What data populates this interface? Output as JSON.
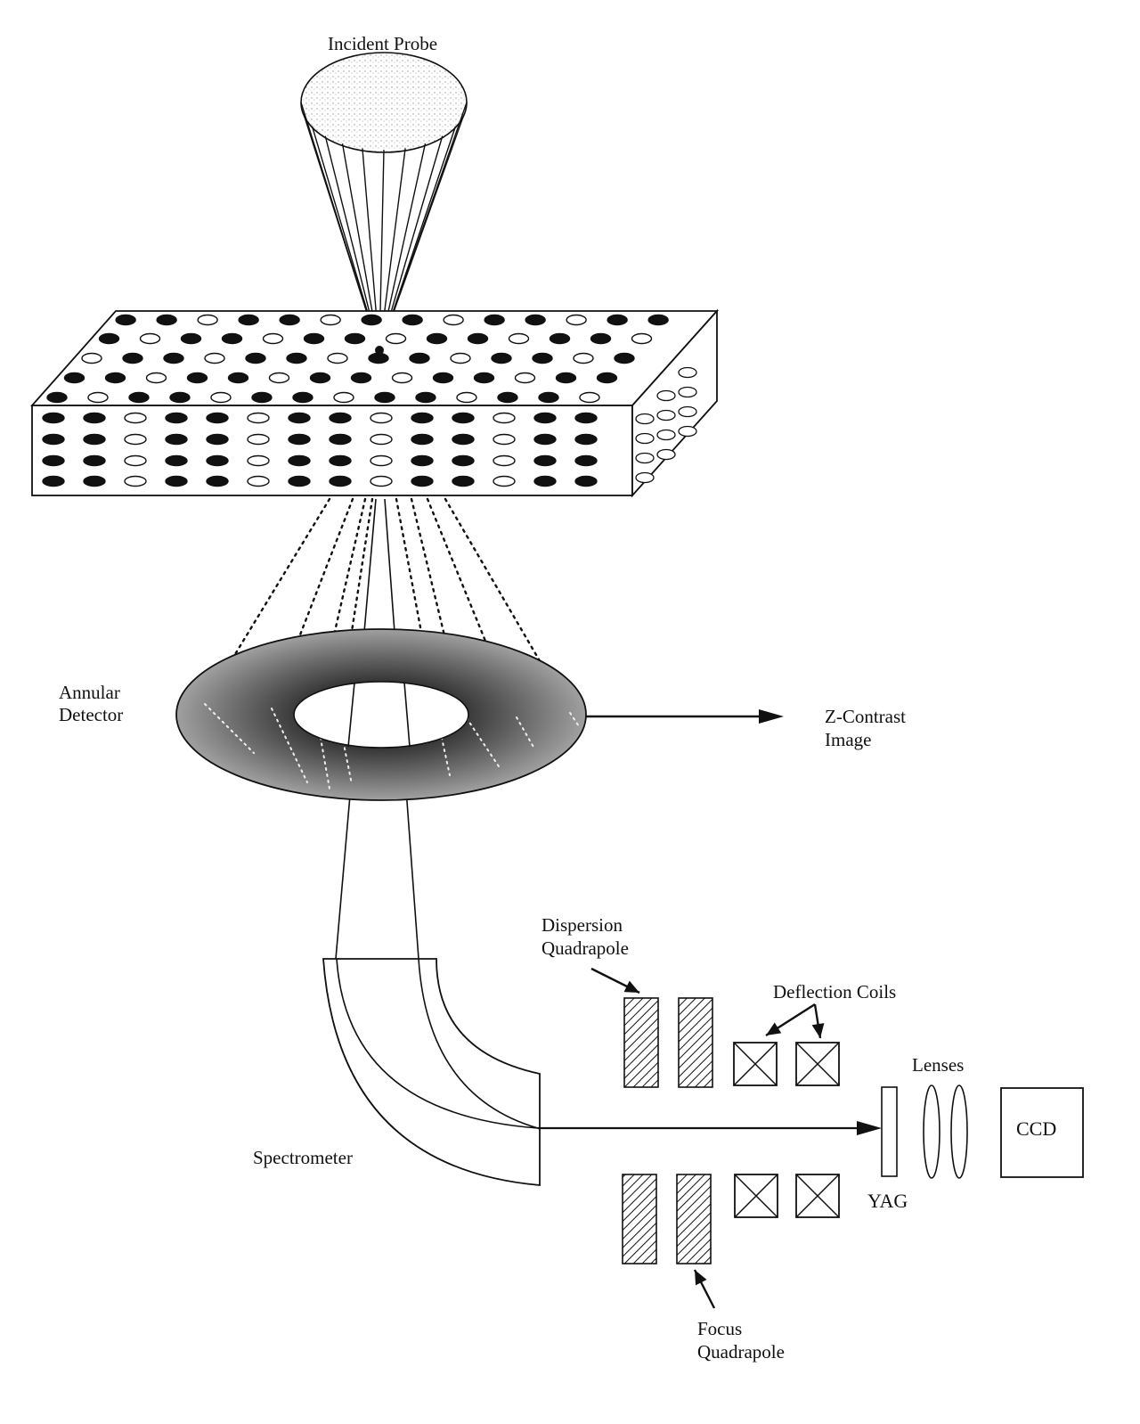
{
  "labels": {
    "incident_probe": "Incident Probe",
    "annular_detector_1": "Annular",
    "annular_detector_2": "Detector",
    "z_contrast_1": "Z-Contrast",
    "z_contrast_2": "Image",
    "dispersion_quad_1": "Dispersion",
    "dispersion_quad_2": "Quadrapole",
    "deflection_coils": "Deflection Coils",
    "lenses": "Lenses",
    "ccd": "CCD",
    "spectrometer": "Spectrometer",
    "yag": "YAG",
    "focus_quad_1": "Focus",
    "focus_quad_2": "Quadrapole"
  },
  "colors": {
    "ink": "#111111",
    "detector_dark": "#3a3a3a",
    "detector_light": "#9a9a9a",
    "paper": "#ffffff"
  }
}
